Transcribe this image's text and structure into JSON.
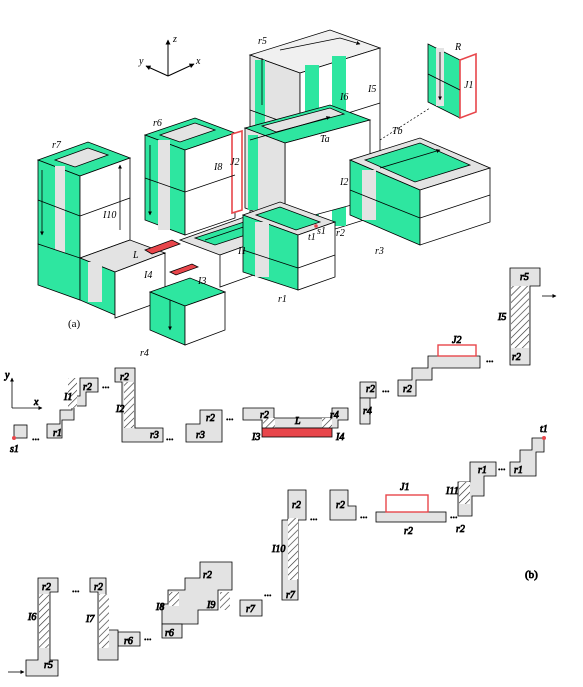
{
  "panel_a": {
    "caption": "(a)",
    "axes": {
      "x": "x",
      "y": "y",
      "z": "z"
    },
    "labels": {
      "r5": "r5",
      "r6": "r6",
      "r7": "r7",
      "r1": "r1",
      "r2": "r2",
      "r3": "r3",
      "r4": "r4",
      "I10": "I10",
      "I8": "I8",
      "I6": "I6",
      "I5": "I5",
      "I4": "I4",
      "I3": "I3",
      "I2": "I2",
      "I1": "I1",
      "J1": "J1",
      "J2": "J2",
      "R": "R",
      "Ta": "Ta",
      "Tb": "Tb",
      "L": "L",
      "s1": "s1",
      "t1": "t1"
    },
    "colors": {
      "green": "#2ee6a0",
      "gray": "#e3e3e3",
      "red": "#e8464b",
      "white": "#ffffff"
    }
  },
  "panel_b": {
    "caption": "(b)",
    "axes": {
      "x": "x",
      "y": "y"
    },
    "labels": {
      "s1": "s1",
      "t1": "t1",
      "L": "L",
      "J1": "J1",
      "J2": "J2",
      "I1": "I1",
      "I2": "I2",
      "I3": "I3",
      "I4": "I4",
      "I5": "I5",
      "I6": "I6",
      "I7": "I7",
      "I8": "I8",
      "I9": "I9",
      "I10": "I10",
      "I11": "I11",
      "r1": "r1",
      "r2": "r2",
      "r3": "r3",
      "r4": "r4",
      "r5": "r5",
      "r6": "r6",
      "r7": "r7"
    },
    "ellipsis": "..."
  }
}
